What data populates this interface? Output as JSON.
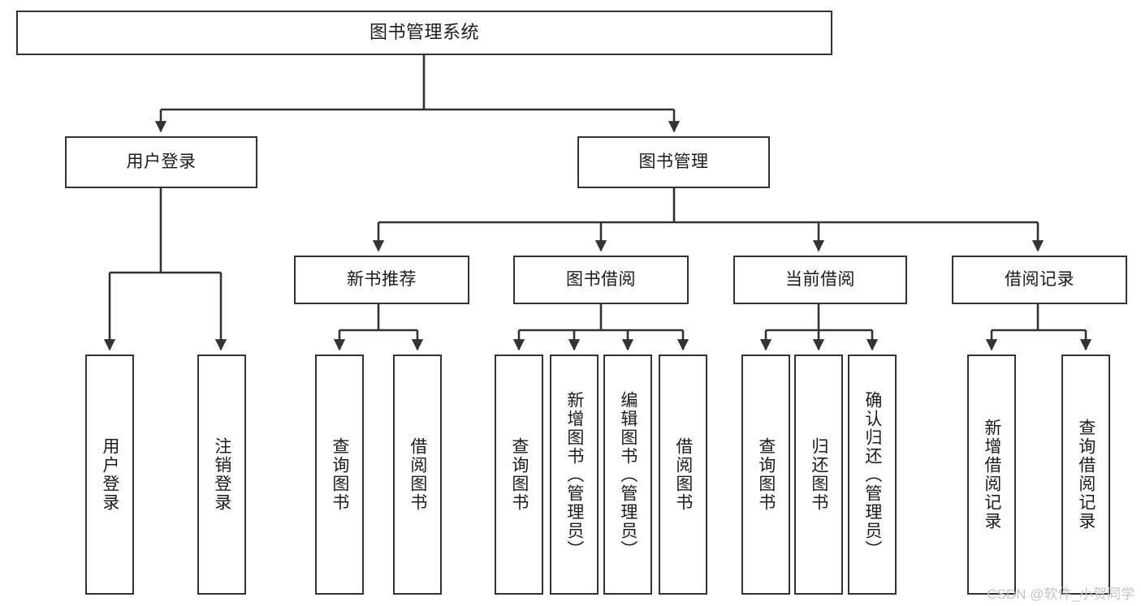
{
  "diagram": {
    "type": "tree-hierarchy",
    "title": "图书管理系统",
    "root": {
      "id": "root",
      "label": "图书管理系统"
    },
    "level2": [
      {
        "id": "user-login",
        "label": "用户登录"
      },
      {
        "id": "book-management",
        "label": "图书管理"
      }
    ],
    "level3": [
      {
        "id": "new-book-recommend",
        "label": "新书推荐",
        "parent": "book-management"
      },
      {
        "id": "book-borrow",
        "label": "图书借阅",
        "parent": "book-management"
      },
      {
        "id": "current-borrow",
        "label": "当前借阅",
        "parent": "book-management"
      },
      {
        "id": "borrow-record",
        "label": "借阅记录",
        "parent": "book-management"
      }
    ],
    "leaves": [
      {
        "id": "leaf-user-login",
        "label": "用户登录",
        "parent": "user-login"
      },
      {
        "id": "leaf-logout-login",
        "label": "注销登录",
        "parent": "user-login"
      },
      {
        "id": "leaf-query-book-1",
        "label": "查询图书",
        "parent": "new-book-recommend"
      },
      {
        "id": "leaf-borrow-book-1",
        "label": "借阅图书",
        "parent": "new-book-recommend"
      },
      {
        "id": "leaf-query-book-2",
        "label": "查询图书",
        "parent": "book-borrow"
      },
      {
        "id": "leaf-add-book",
        "label": "新增图书（管理员）",
        "parent": "book-borrow"
      },
      {
        "id": "leaf-edit-book",
        "label": "编辑图书（管理员）",
        "parent": "book-borrow"
      },
      {
        "id": "leaf-borrow-book-2",
        "label": "借阅图书",
        "parent": "book-borrow"
      },
      {
        "id": "leaf-query-book-3",
        "label": "查询图书",
        "parent": "current-borrow"
      },
      {
        "id": "leaf-return-book",
        "label": "归还图书",
        "parent": "current-borrow"
      },
      {
        "id": "leaf-confirm-return",
        "label": "确认归还（管理员）",
        "parent": "current-borrow"
      },
      {
        "id": "leaf-add-borrow-record",
        "label": "新增借阅记录",
        "parent": "borrow-record"
      },
      {
        "id": "leaf-query-borrow-record",
        "label": "查询借阅记录",
        "parent": "borrow-record"
      }
    ]
  },
  "watermark": {
    "text": "CSDN @软件_小贺同学"
  },
  "colors": {
    "border": "#333333",
    "text": "#1b1b1b",
    "background": "#ffffff",
    "watermark": "#c3c3c3"
  }
}
